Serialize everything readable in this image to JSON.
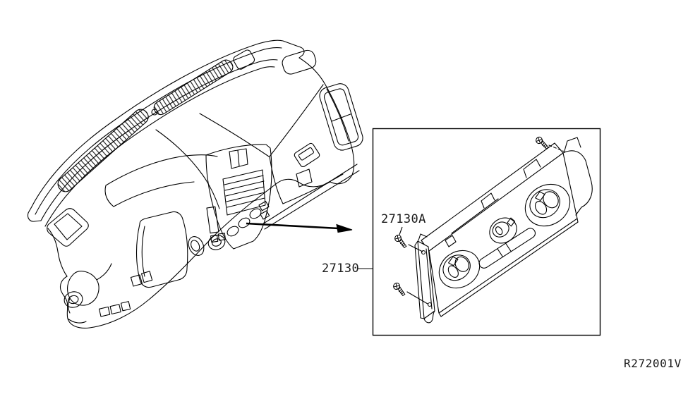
{
  "colors": {
    "background": "#ffffff",
    "line": "#000000"
  },
  "diagram": {
    "type": "parts-diagram",
    "subject": "instrument-panel-and-heater-control",
    "callouts": [
      {
        "text": "27130A"
      },
      {
        "text": "27130"
      }
    ],
    "reference_code": "R272001V"
  }
}
